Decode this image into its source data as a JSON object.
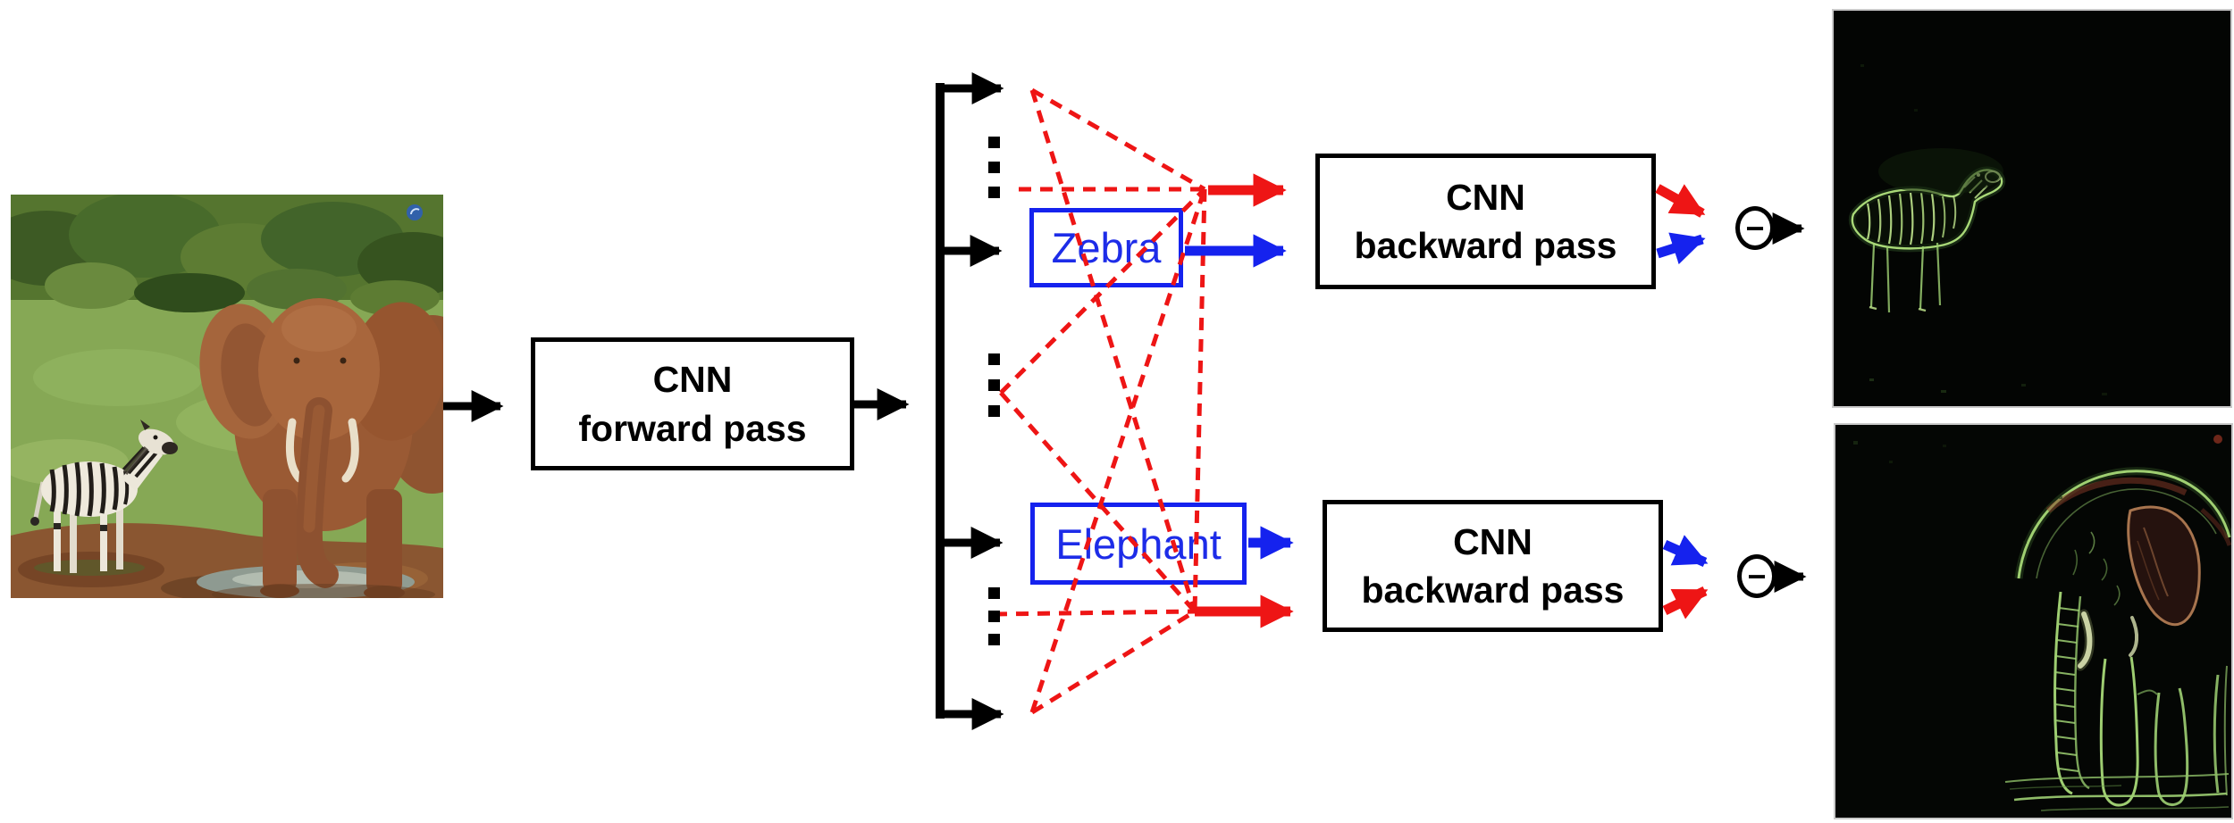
{
  "figure": {
    "forward_box": {
      "line1": "CNN",
      "line2": "forward pass"
    },
    "zebra_node": {
      "label": "Zebra"
    },
    "elephant_node": {
      "label": "Elephant"
    },
    "backward_box_top": {
      "line1": "CNN",
      "line2": "backward pass"
    },
    "backward_box_bottom": {
      "line1": "CNN",
      "line2": "backward pass"
    },
    "minus_top": "−",
    "minus_bottom": "−",
    "colors": {
      "arrow_black": "#000000",
      "arrow_red": "#ee1515",
      "arrow_blue": "#1522ee",
      "class_text_blue": "#1d2ce8",
      "saliency_edge_green": "#a6d877"
    }
  }
}
